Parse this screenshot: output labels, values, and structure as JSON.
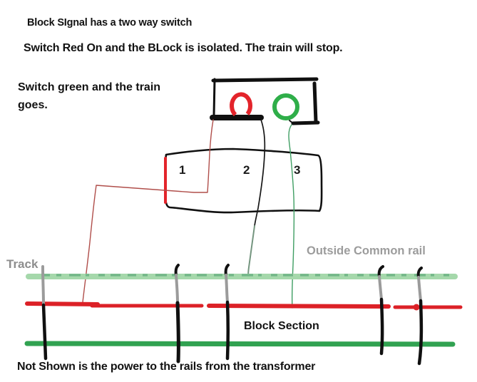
{
  "title": "Block SIgnal has a two way switch",
  "notes": {
    "red": "Switch Red On and the BLock is isolated. The train will stop.",
    "green": "Switch green and the train goes.",
    "power": "Not Shown is the power to the rails from the transformer"
  },
  "labels": {
    "track": "Track",
    "outside_common_rail": "Outside Common rail",
    "block_section": "Block Section"
  },
  "terminal_block": {
    "terminals": [
      {
        "label": "1"
      },
      {
        "label": "2"
      },
      {
        "label": "3"
      }
    ]
  },
  "signal": {
    "lamps": [
      {
        "icon": "red-lamp-icon",
        "color": "#e3242b",
        "meaning": "stop"
      },
      {
        "icon": "green-lamp-icon",
        "color": "#2fae49",
        "meaning": "go"
      }
    ]
  },
  "colors": {
    "ink": "#101010",
    "lamp-red": "#e3242b",
    "lamp-green": "#2fae49",
    "rail-common": "#a5d8ab",
    "rail-common-watermark": "#3e9464",
    "rail-red": "#dc2127",
    "rail-green": "#31a251",
    "wire-red": "#b04e4a",
    "wire-green": "#3f9e63",
    "wire-dark": "#161616",
    "wire-dark-lower": "#74957f",
    "tie-gray": "#9b9b9b",
    "text-gray": "#8d8d8d",
    "text-gray-light": "#9c9c9c"
  }
}
